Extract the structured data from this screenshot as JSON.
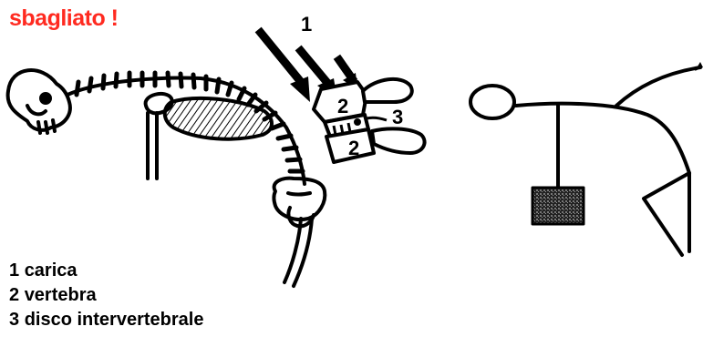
{
  "title": "sbagliato !",
  "colors": {
    "title": "#ff2a20",
    "ink": "#000000"
  },
  "labels": {
    "load": "1",
    "vertebra_top": "2",
    "disc": "3",
    "vertebra_bottom": "2"
  },
  "legend": [
    {
      "number": "1",
      "text": "carica"
    },
    {
      "number": "2",
      "text": "vertebra"
    },
    {
      "number": "3",
      "text": "disco intervertebrale"
    }
  ]
}
